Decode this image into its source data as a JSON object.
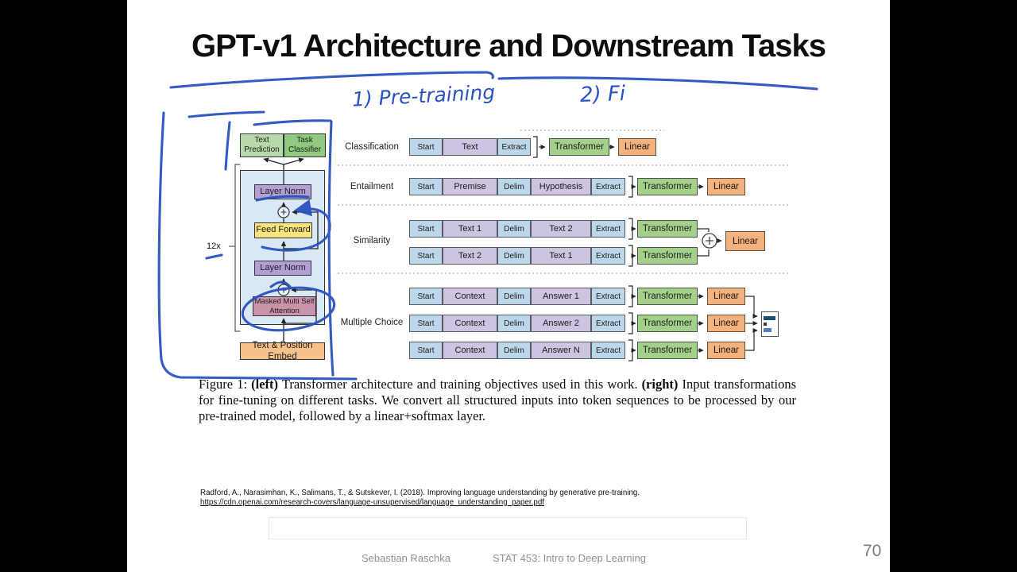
{
  "frame": {
    "page_number": "70"
  },
  "slide": {
    "title": "GPT-v1 Architecture and Downstream Tasks",
    "footer": {
      "author": "Sebastian Raschka",
      "course": "STAT 453: Intro to Deep Learning"
    },
    "reference": {
      "citation": "Radford, A., Narasimhan, K., Salimans, T., & Sutskever, I. (2018). Improving language understanding by generative pre-training.",
      "url": "https://cdn.openai.com/research-covers/language-unsupervised/language_understanding_paper.pdf"
    },
    "caption": {
      "figure_label": "Figure 1:",
      "left_tag": "(left)",
      "left_text": "Transformer architecture and training objectives used in this work.",
      "right_tag": "(right)",
      "right_text": "Input transformations for fine-tuning on different tasks.  We convert all structured inputs into token sequences to be processed by our pre-trained model, followed by a linear+softmax layer."
    }
  },
  "handwriting": {
    "step1": "1) Pre-training",
    "step2": "2) Fi",
    "ink_color": "#2a52c0"
  },
  "architecture": {
    "repeat_label": "12x",
    "text_prediction": "Text Prediction",
    "task_classifier": "Task Classifier",
    "layer_norm_top": "Layer Norm",
    "feed_forward": "Feed Forward",
    "layer_norm_bottom": "Layer Norm",
    "masked_attention": "Masked Multi Self Attention",
    "embed": "Text & Position Embed"
  },
  "tasks": {
    "classification": {
      "label": "Classification",
      "tokens": [
        "Start",
        "Text",
        "Extract"
      ],
      "transformer": "Transformer",
      "linear": "Linear"
    },
    "entailment": {
      "label": "Entailment",
      "tokens": [
        "Start",
        "Premise",
        "Delim",
        "Hypothesis",
        "Extract"
      ],
      "transformer": "Transformer",
      "linear": "Linear"
    },
    "similarity": {
      "label": "Similarity",
      "row1": [
        "Start",
        "Text 1",
        "Delim",
        "Text 2",
        "Extract"
      ],
      "row2": [
        "Start",
        "Text 2",
        "Delim",
        "Text 1",
        "Extract"
      ],
      "transformer": "Transformer",
      "linear": "Linear"
    },
    "multiple_choice": {
      "label": "Multiple Choice",
      "rows": [
        [
          "Start",
          "Context",
          "Delim",
          "Answer 1",
          "Extract"
        ],
        [
          "Start",
          "Context",
          "Delim",
          "Answer 2",
          "Extract"
        ],
        [
          "Start",
          "Context",
          "Delim",
          "Answer N",
          "Extract"
        ]
      ],
      "transformer": "Transformer",
      "linear": "Linear"
    }
  },
  "colors": {
    "ink_blue": "#2a52c0",
    "token_blue": "#bdd7ea",
    "token_purple": "#cec4e2",
    "transformer_green": "#a5d08c",
    "linear_orange": "#f2b27f",
    "block_container_blue": "#d9e8f4",
    "layer_norm_purple": "#b2a0d5",
    "feed_forward_yellow": "#f8e37d",
    "attention_pink": "#c994ab",
    "embed_orange": "#f6c289",
    "head_green_light": "#b6dba8",
    "head_green": "#8fca7e"
  }
}
